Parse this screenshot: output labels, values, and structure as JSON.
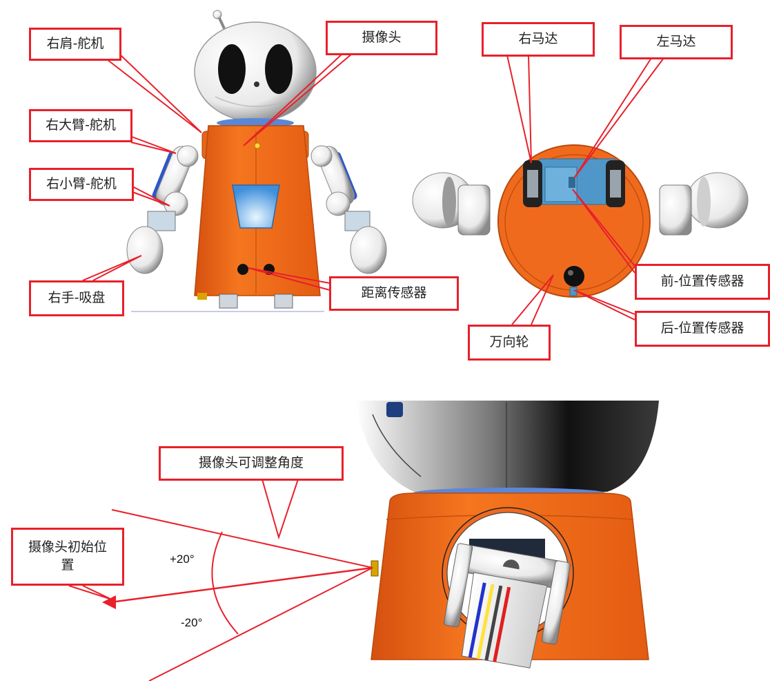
{
  "colors": {
    "callout_border": "#e8202a",
    "leader": "#e8202a",
    "body_orange": "#f06a1e",
    "body_dark": "#c4480a",
    "shell_white": "#ffffff",
    "eye_black": "#111111",
    "screen_blue": "#5aa6e8",
    "chassis_blue": "#4f97c9"
  },
  "front_view": {
    "labels": {
      "right_shoulder_servo": "右肩-舵机",
      "right_upper_arm_servo": "右大臂-舵机",
      "right_forearm_servo": "右小臂-舵机",
      "right_hand_suction": "右手-吸盘",
      "camera": "摄像头",
      "distance_sensor": "距离传感器"
    }
  },
  "bottom_view": {
    "labels": {
      "right_motor": "右马达",
      "left_motor": "左马达",
      "front_position_sensor": "前-位置传感器",
      "rear_position_sensor": "后-位置传感器",
      "caster_wheel": "万向轮"
    }
  },
  "camera_angle_view": {
    "labels": {
      "adjustable_angle": "摄像头可调整角度",
      "initial_position": "摄像头初始位置"
    },
    "angles": {
      "upper": "+20°",
      "lower": "-20°"
    }
  }
}
